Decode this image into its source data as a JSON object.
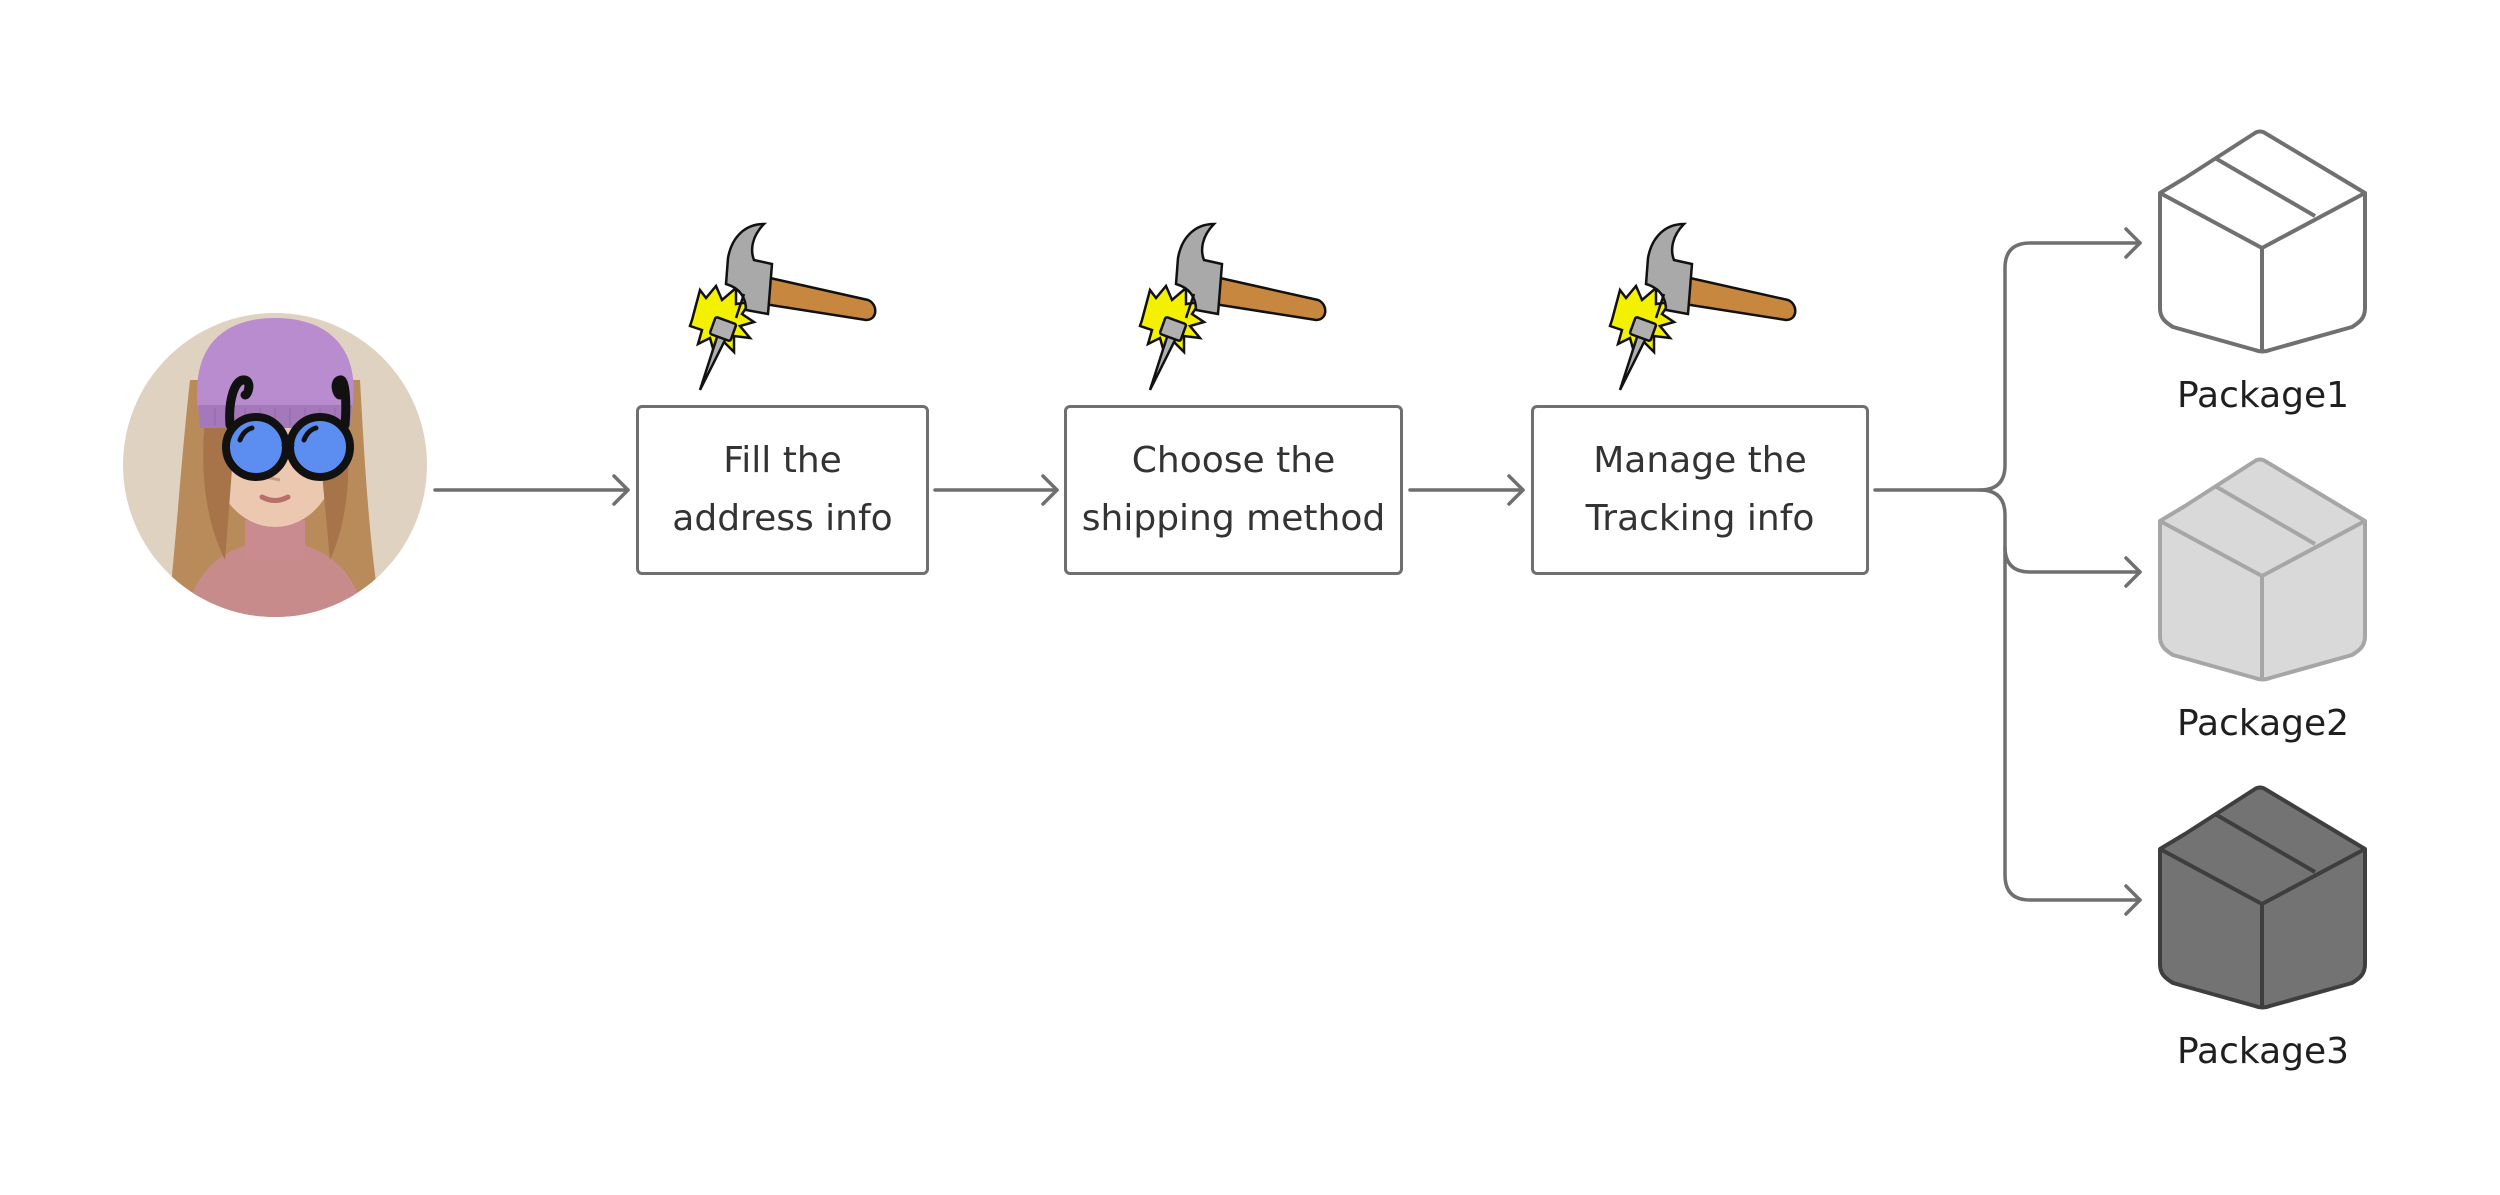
{
  "diagram": {
    "steps": [
      {
        "line1": "Fill the",
        "line2": "address info"
      },
      {
        "line1": "Choose the",
        "line2": "shipping method"
      },
      {
        "line1": "Manage the",
        "line2": "Tracking info"
      }
    ],
    "packages": [
      {
        "label": "Package1",
        "style": "outline",
        "fill": "#ffffff",
        "stroke": "#707070"
      },
      {
        "label": "Package2",
        "style": "light",
        "fill": "#d9d9d9",
        "stroke": "#a6a6a6"
      },
      {
        "label": "Package3",
        "style": "dark",
        "fill": "#737373",
        "stroke": "#3e3e3e"
      }
    ],
    "icons": {
      "user": "user-avatar",
      "step": "hammer-nail-icon",
      "package": "package-box-icon"
    },
    "colors": {
      "connector": "#6f6f6f",
      "avatar_bg": "#e0d2c0",
      "glasses_lens": "#5b8ef0",
      "hat": "#b98bcf",
      "hammer_handle": "#c8873e",
      "hammer_head": "#a9a9a9",
      "burst": "#f3f000"
    }
  }
}
